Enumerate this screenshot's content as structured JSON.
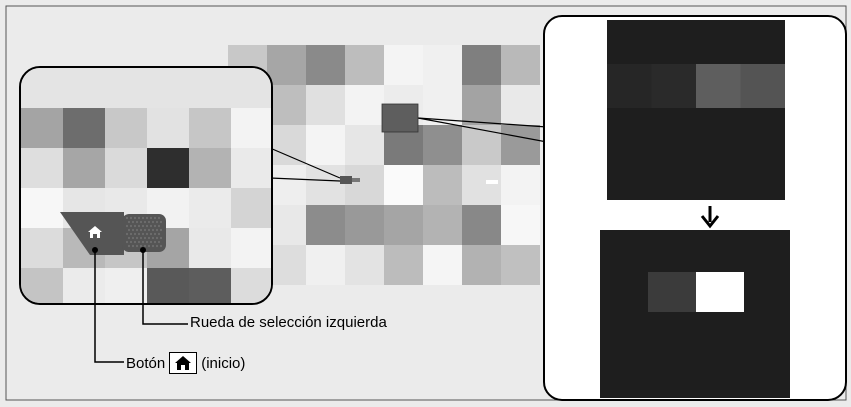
{
  "labels": {
    "wheel": "Rueda de selección izquierda",
    "home_prefix": "Botón",
    "home_suffix": "(inicio)"
  },
  "icons": {
    "home": "home-icon",
    "arrow": "arrow-down-icon"
  },
  "colors": {
    "frame_bg": "#ebebeb",
    "panel_bg": "#1e1e1e",
    "callout_border": "#000000"
  },
  "display_top": {
    "rows": [
      [
        "#1e1e1e",
        "#1e1e1e",
        "#1e1e1e",
        "#1e1e1e"
      ],
      [
        "#262626",
        "#2a2a2a",
        "#5e5e5e",
        "#545454"
      ],
      [
        "#1e1e1e",
        "#1e1e1e",
        "#1e1e1e",
        "#1e1e1e"
      ],
      [
        "#1e1e1e",
        "#1e1e1e",
        "#1e1e1e",
        "#1e1e1e"
      ]
    ]
  },
  "display_bottom": {
    "cells": [
      "#3b3b3b",
      "#ffffff"
    ]
  }
}
